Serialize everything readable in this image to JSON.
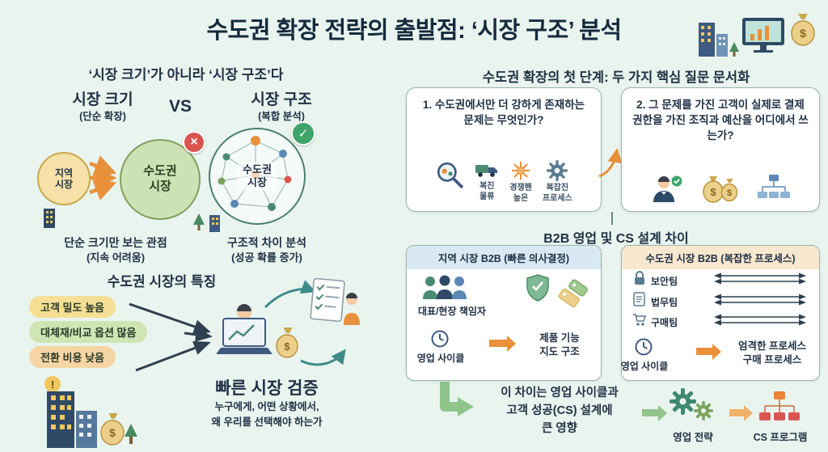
{
  "colors": {
    "background": "#e9f4ef",
    "ink": "#1f3044",
    "accent_orange": "#e8913a",
    "accent_green": "#3fa46a",
    "accent_red": "#d9534f",
    "card_border": "#9cb6ab",
    "header_blue": "#d9e9f4",
    "header_peach": "#f8e8cf",
    "pill_yellow": "#f5df94",
    "pill_green": "#cfe5b3",
    "pill_orange": "#f6d5a4"
  },
  "title": "수도권 확장 전략의 출발점: ‘시장 구조’ 분석",
  "left": {
    "heading": "‘시장 크기’가 아니라 ‘시장 구조’다",
    "compare": {
      "size_title": "시장 크기",
      "size_sub": "(단순 확장)",
      "vs": "VS",
      "structure_title": "시장 구조",
      "structure_sub": "(복합 분석)",
      "local_circle": "지역\n시장",
      "metro_circle": "수도권\n시장",
      "network_circle": "수도권\n시장",
      "x_mark": "×",
      "check_mark": "✓",
      "size_caption": "단순 크기만 보는 관점",
      "size_caption_sub": "(지속 어려움)",
      "structure_caption": "구조적 차이 분석",
      "structure_caption_sub": "(성공 확률 증가)"
    },
    "features": {
      "heading": "수도권 시장의 특징",
      "pills": [
        {
          "label": "고객 밀도 높음"
        },
        {
          "label": "대체재/비교 옵션 많음"
        },
        {
          "label": "전환 비용 낮음"
        }
      ],
      "result_title": "빠른 시장 검증",
      "result_sub": "누구에게, 어떤 상황에서,\n왜 우리를 선택해야 하는가"
    }
  },
  "right": {
    "heading": "수도권 확장의 첫 단계: 두 가지 핵심 질문 문서화",
    "question1": {
      "text": "1. 수도권에서만 더 강하게 존재하는 문제는 무엇인가?",
      "icons": [
        {
          "icon": "magnifier-gears-icon"
        },
        {
          "icon": "truck-icon",
          "label": "복진\n물류"
        },
        {
          "icon": "network-burst-icon",
          "label": "경쟁핸\n높은"
        },
        {
          "icon": "gear-icon",
          "label": "복잡진\n프로세스"
        }
      ]
    },
    "question2": {
      "text": "2. 그 문제를 가진 고객이 실제로 결제 권한을 가진 조직과 예산을 어디에서 쓰는가?"
    },
    "b2b": {
      "heading": "B2B 영업 및 CS 설계 차이",
      "local": {
        "header": "지역 시장 B2B (빠른 의사결정)",
        "decision_maker": "대표/현장 책임자",
        "cycle_label": "영업 사이클",
        "cycle_result": "제품 기능\n지도 구조"
      },
      "metro": {
        "header": "수도권 시장 B2B (복잡한 프로세스)",
        "teams": [
          {
            "icon": "lock-icon",
            "label": "보안팀"
          },
          {
            "icon": "document-icon",
            "label": "법무팀"
          },
          {
            "icon": "cart-icon",
            "label": "구매팀"
          }
        ],
        "cycle_label": "영업 사이클",
        "cycle_result": "엄격한 프로세스\n구매 프로세스"
      }
    },
    "impact": {
      "text": "이 차이는 영업 사이클과\n고객 성공(CS) 설계에\n큰 영향",
      "sales_label": "영업 전략",
      "cs_label": "CS 프로그램"
    }
  }
}
